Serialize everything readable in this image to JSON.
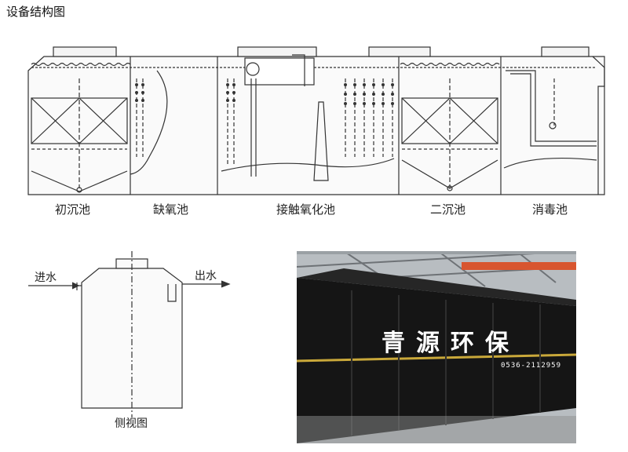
{
  "title": "设备结构图",
  "sections": {
    "primary_settling": "初沉池",
    "anoxic": "缺氧池",
    "contact_oxidation": "接触氧化池",
    "secondary_settling": "二沉池",
    "disinfection": "消毒池"
  },
  "side_view": {
    "inlet": "进水",
    "outlet": "出水",
    "caption": "侧视图"
  },
  "photo": {
    "brand": "青源环保",
    "phone": "0536-2112959"
  }
}
